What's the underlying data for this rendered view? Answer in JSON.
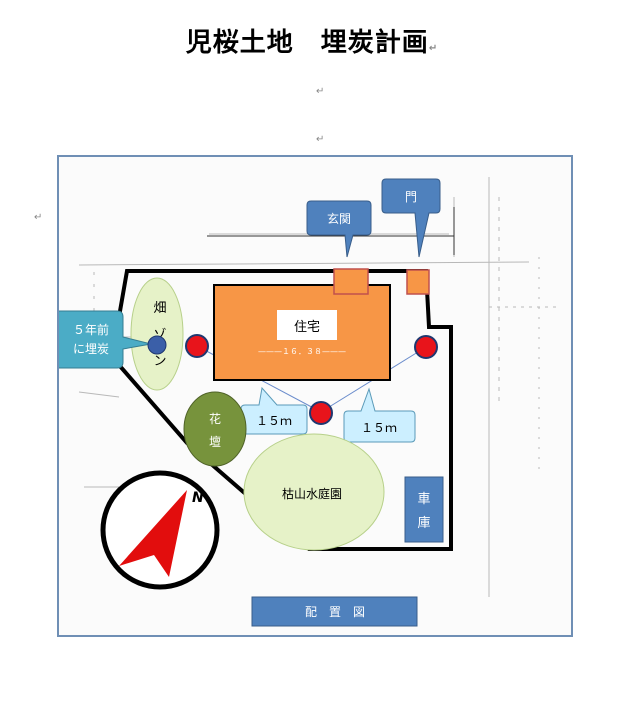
{
  "document": {
    "title": "児桜土地　埋炭計画",
    "paragraph_mark": "↵"
  },
  "figure": {
    "labels": {
      "entrance": "玄関",
      "gate": "門",
      "house": "住宅",
      "house_dimension": "———１６．３８———",
      "field_zone": [
        "畑",
        "ゾ",
        "ン"
      ],
      "five_years_ago": [
        "５年前",
        "に埋炭"
      ],
      "flower_bed": [
        "花",
        "壇"
      ],
      "distance_left": "１５ｍ",
      "distance_right": "１５ｍ",
      "dry_garden": "枯山水庭園",
      "garage": [
        "車",
        "庫"
      ],
      "layout_caption": "配　置　図",
      "compass_north": "N"
    },
    "colors": {
      "house_fill": "#f79646",
      "callout_blue": "#4f81bd",
      "callout_teal": "#4bacc6",
      "light_green": "#e6f2c8",
      "flower_green": "#77933c",
      "red_marker": "#e8141b",
      "blue_marker": "#3b5fa8",
      "light_blue_bubble": "#ccefff",
      "frame_border": "#6f8fb5"
    }
  }
}
